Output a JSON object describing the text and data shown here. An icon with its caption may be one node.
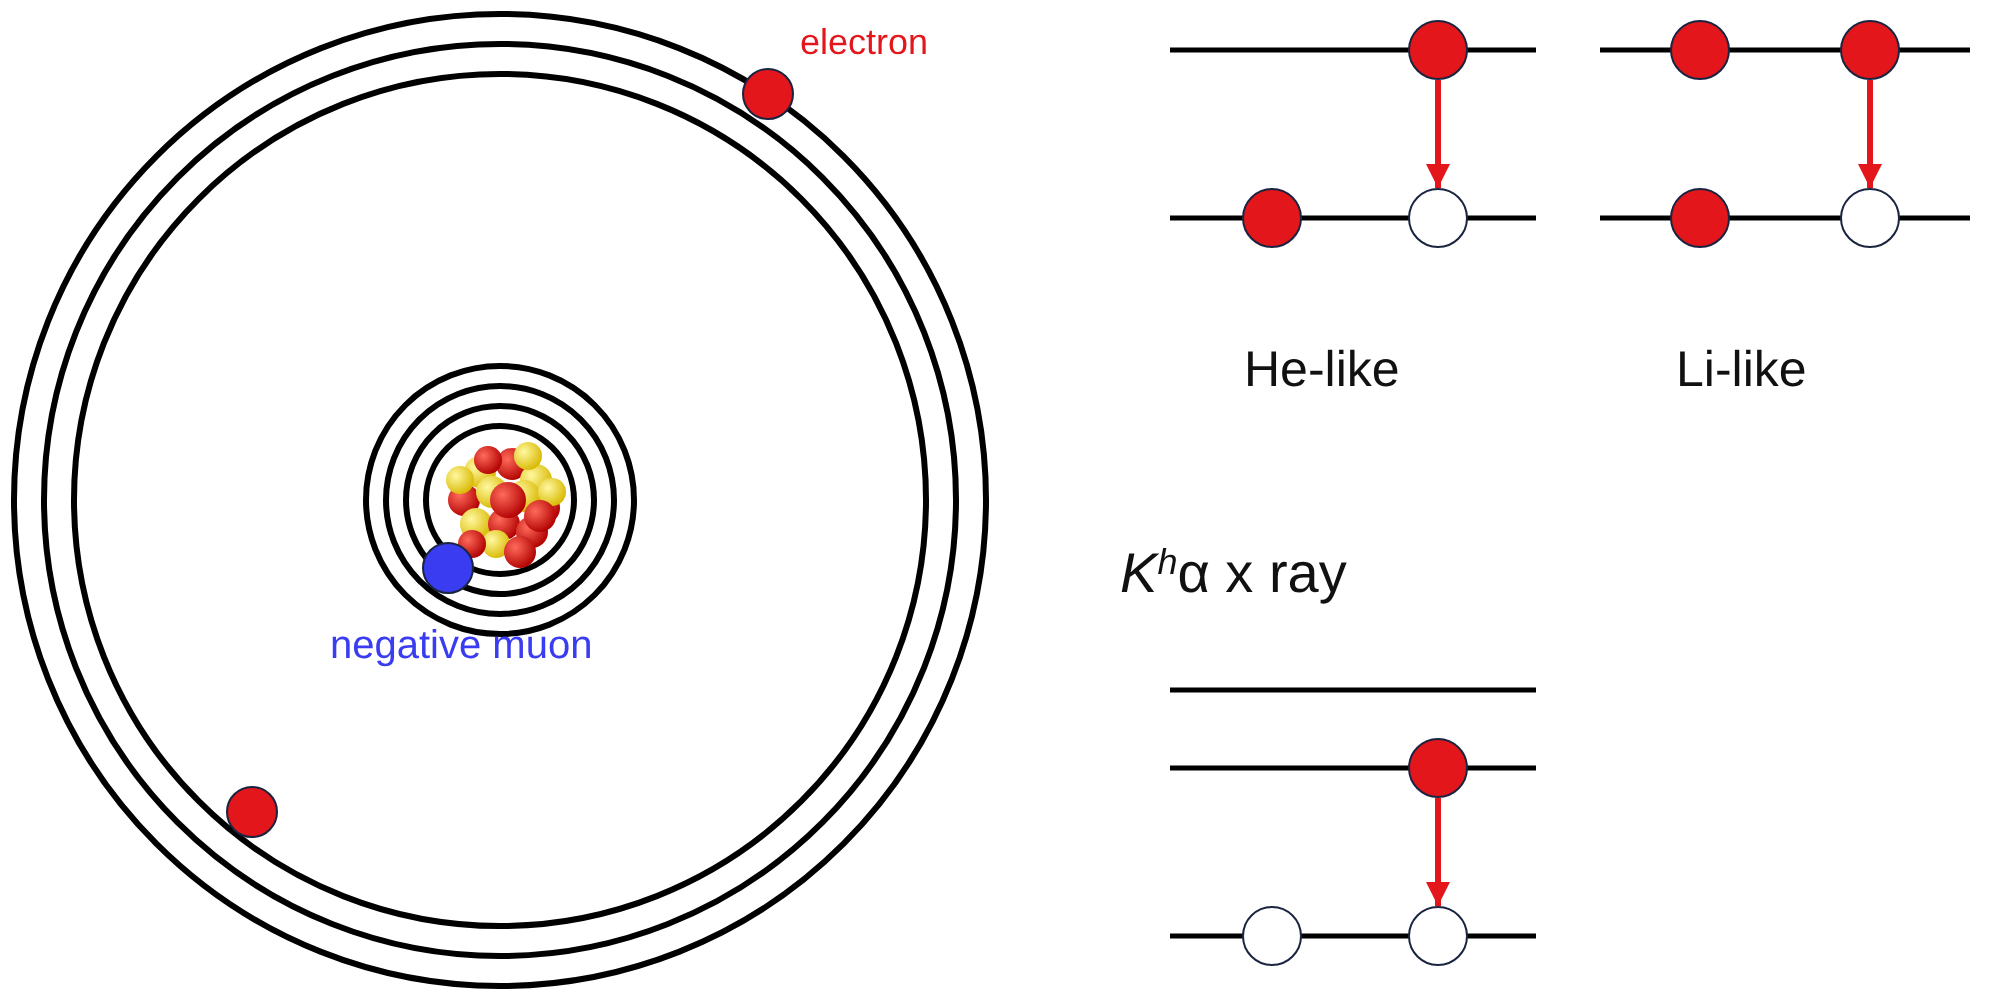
{
  "diagram": {
    "nodes": [
      {
        "text": [],
        "shape": "circle",
        "beside": [
          "electron"
        ]
      },
      {
        "text": [],
        "shape": "circle",
        "beside": [
          "negative muon"
        ]
      },
      {
        "text": [],
        "shape": "circle"
      },
      {
        "text": [],
        "shape": "circle"
      },
      {
        "text": [],
        "shape": "circle"
      },
      {
        "text": [],
        "shape": "circle"
      },
      {
        "text": [],
        "shape": "circle"
      },
      {
        "text": [],
        "shape": "circle"
      },
      {
        "text": [],
        "shape": "circle"
      },
      {
        "text": [],
        "shape": "circle"
      },
      {
        "text": [],
        "shape": "circle"
      },
      {
        "text": [],
        "shape": "circle"
      },
      {
        "text": [],
        "shape": "circle"
      }
    ],
    "edges": [
      {
        "from": 3,
        "to": 5,
        "arrow": "to"
      },
      {
        "from": 7,
        "to": 9,
        "arrow": "to"
      },
      {
        "from": 10,
        "to": 12,
        "arrow": "to"
      }
    ],
    "labels": [
      "He-like",
      "Li-like",
      "*K*$^{h}$α x ray"
    ]
  }
}
